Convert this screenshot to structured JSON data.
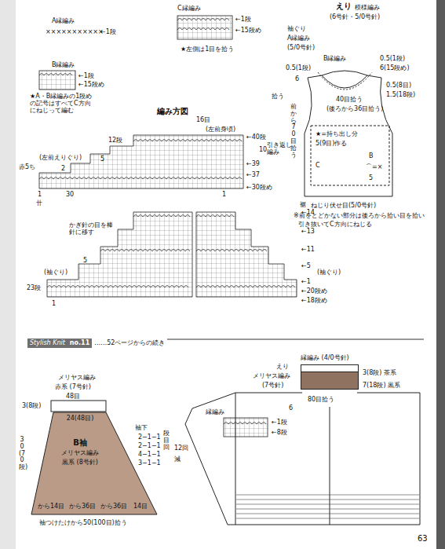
{
  "diagram": {
    "nodes": [
      {
        "text": [
          "Stylish Knit",
          "no.11",
          "……52ページからの続き"
        ]
      },
      {
        "text": [
          "24(48目)",
          "B袖",
          "メリヤス編み",
          "黒系 (8号針)"
        ]
      },
      {
        "text": [
          "縁編み (4/0号針)"
        ]
      }
    ],
    "labels": [
      "A縁編み",
      "×××××××××××",
      "←1段",
      "B縁編み",
      "←1段",
      "←15段め",
      "C縁編み",
      "←1段",
      "←15段め",
      "★左側は1目を拾う",
      "★A・B縁編みの1段めの記号はすべてC方向にねじって編む",
      "編み方図",
      "16目",
      "(左前身頃)",
      "12段",
      "←40段",
      "10",
      "引き返し編み",
      "←39",
      "←37",
      "5",
      "(左前えりぐり)",
      "2",
      "赤5ち",
      "1",
      "30",
      "1",
      "←30段め",
      "卄",
      "かぎ針の目を棒針に移す",
      "←14",
      "←13",
      "←11",
      "←5",
      "5",
      "(袖ぐり)",
      "(袖ぐり)",
      "←1",
      "←20段め",
      "←18段め",
      "23段",
      "1",
      "えり",
      "模様編み",
      "(6号針・5/0号針)",
      "袖ぐり",
      "A縁編み",
      "(5/0号針)",
      "B縁編み",
      "0.5(1段)",
      "6(15段め)",
      "0.5(1段)",
      "0.5(8目)",
      "1.5(18段)",
      "6",
      "40目拾う",
      "(後ろから36目拾う)",
      "拾う",
      "前から70目拾う",
      "★=持ち出し分",
      "5(9目)作る",
      "B",
      "C",
      "⌒=×",
      "5",
      "裾",
      "ねじり伏せ目(5/0号針)",
      "※前をとどかない部分は後ろから拾い目を拾い",
      "引き抜いてC方向にねじる",
      "メリヤス編み",
      "赤系 (7号針)",
      "48目",
      "3(8段)",
      "30(70段)",
      "袖下",
      "2−1−1",
      "2−1−1",
      "4−1−1",
      "3−1−1",
      "段目回",
      "12回",
      "減",
      "から14目",
      "から36目",
      "から36目",
      "14目",
      "袖つけたけから50(100目)拾う",
      "えり",
      "メリヤス編み",
      "(7号針)",
      "3(8段) 茶系",
      "7(18段) 黒系",
      "80目拾う",
      "縁編み",
      "←1段",
      "←8段",
      "6",
      "63"
    ]
  }
}
